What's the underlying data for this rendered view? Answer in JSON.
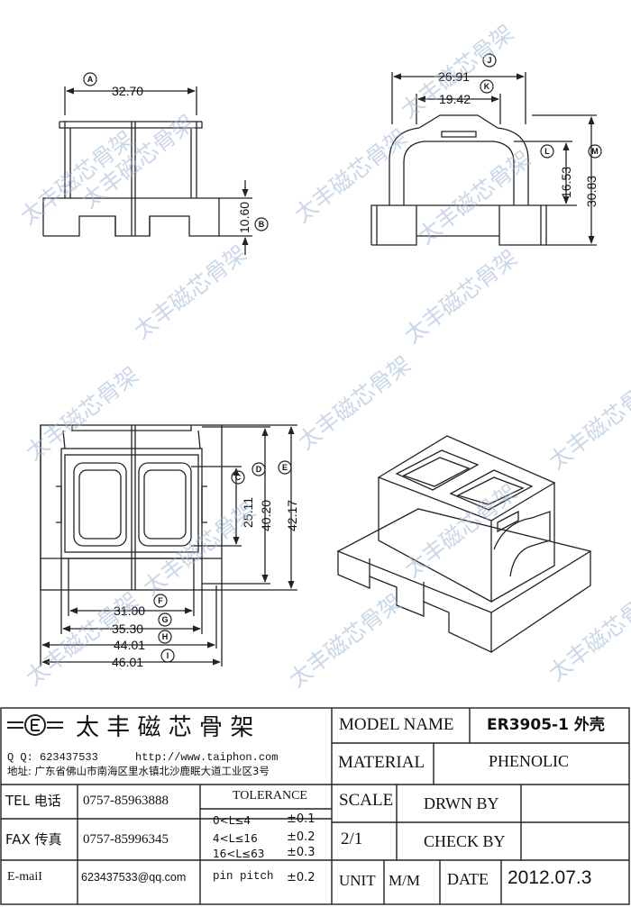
{
  "dimensions": {
    "A": {
      "letter": "A",
      "value": "32.70"
    },
    "B": {
      "letter": "B",
      "value": "10.60"
    },
    "C": {
      "letter": "C",
      "value": "25.11"
    },
    "D": {
      "letter": "D",
      "value": "40.20"
    },
    "E": {
      "letter": "E",
      "value": "42.17"
    },
    "F": {
      "letter": "F",
      "value": "31.00"
    },
    "G": {
      "letter": "G",
      "value": "35.30"
    },
    "H": {
      "letter": "H",
      "value": "44.01"
    },
    "I": {
      "letter": "I",
      "value": "46.01"
    },
    "J": {
      "letter": "J",
      "value": "26.91"
    },
    "K": {
      "letter": "K",
      "value": "19.42"
    },
    "L": {
      "letter": "L",
      "value": "16.53"
    },
    "M": {
      "letter": "M",
      "value": "30.83"
    }
  },
  "watermark": "太丰磁芯骨架",
  "company": {
    "name": "太 丰 磁 芯 骨 架",
    "qq": "Q Q:  623437533",
    "website": "http://www.taiphon.com",
    "address": "地址: 广东省佛山市南海区里水镇北沙鹿眠大道工业区3号"
  },
  "contact": {
    "tel_label": "TEL 电话",
    "tel": "0757-85963888",
    "fax_label": "FAX 传真",
    "fax": "0757-85996345",
    "email_label": "E-maiI",
    "email": "623437533@qq.com"
  },
  "tolerance": {
    "title": "TOLERANCE",
    "rows": [
      {
        "range": "0<L≤4",
        "value": "±0.1"
      },
      {
        "range": "4<L≤16",
        "value": "±0.2"
      },
      {
        "range": "16<L≤63",
        "value": "±0.3"
      },
      {
        "range": "pin pitch",
        "value": "±0.2"
      }
    ]
  },
  "model": {
    "label": "MODEL NAME",
    "value": "ER3905-1 外壳"
  },
  "material": {
    "label": "MATERIAL",
    "value": "PHENOLIC"
  },
  "scale": {
    "label": "SCALE",
    "value": "2/1"
  },
  "drawn_by": {
    "label": "DRWN BY",
    "value": ""
  },
  "check_by": {
    "label": "CHECK BY",
    "value": ""
  },
  "unit": {
    "label": "UNIT",
    "value": "M/M"
  },
  "date": {
    "label": "DATE",
    "value": "2012.07.3"
  }
}
